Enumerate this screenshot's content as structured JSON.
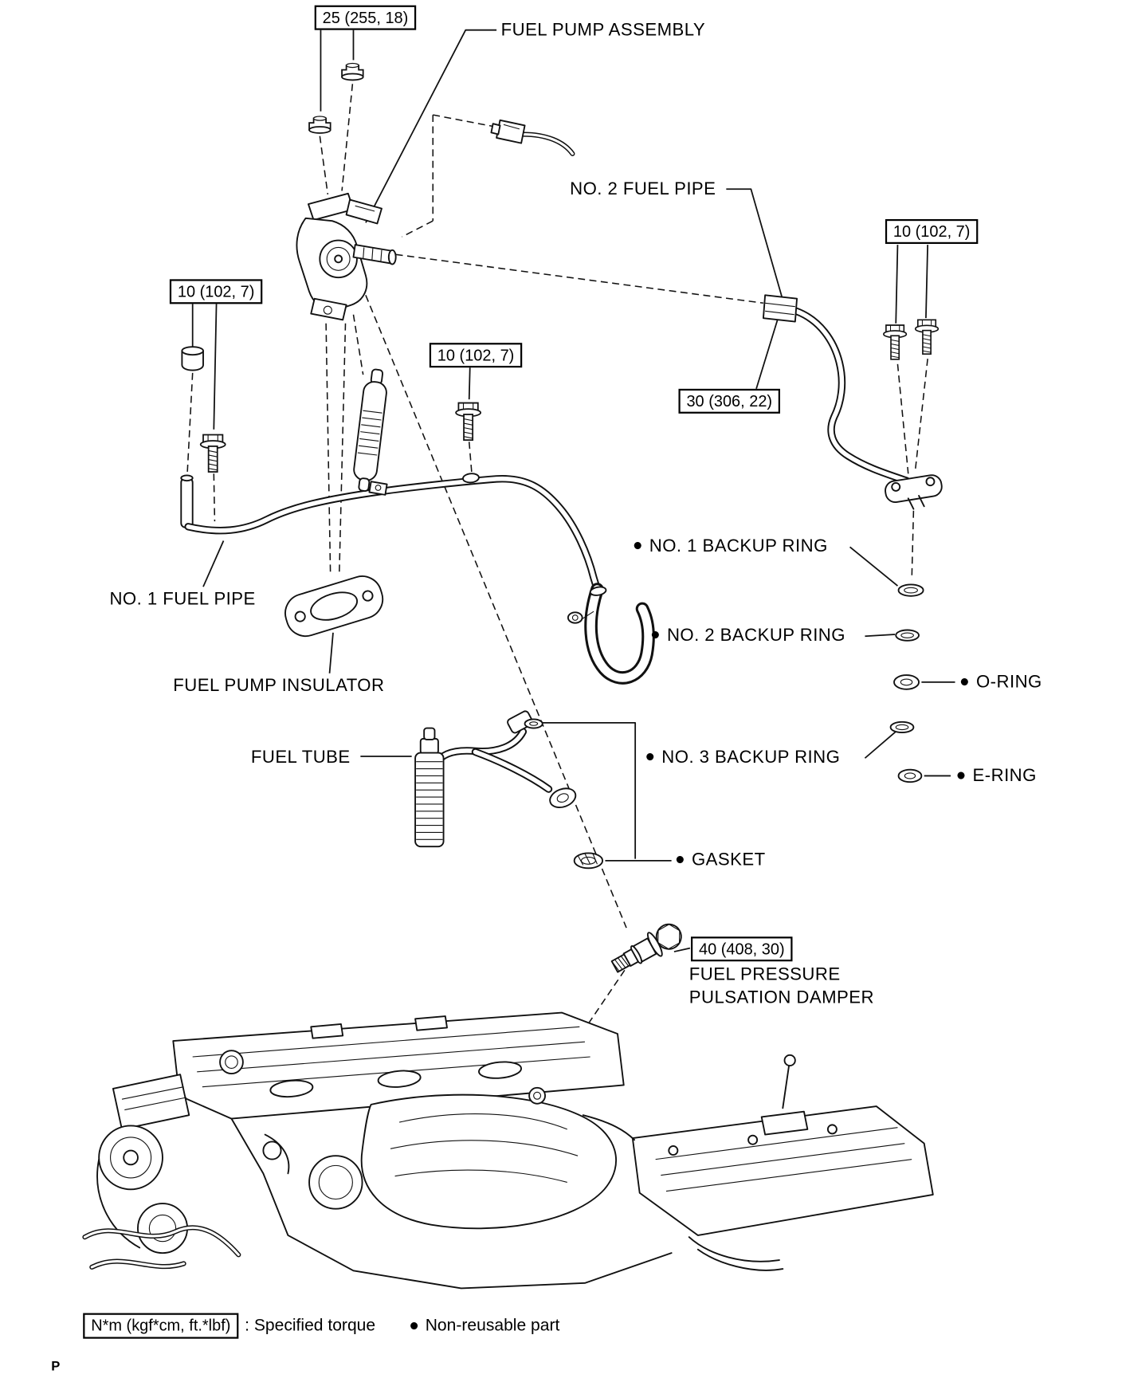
{
  "page": {
    "footer_mark": "P",
    "background": "#ffffff",
    "line_color": "#111111"
  },
  "icons": {
    "nonreusable_bullet": "●"
  },
  "torque_specs": {
    "fuel_pump_assembly_nuts": "25 (255, 18)",
    "no1_fuel_pipe_bolts": "10 (102, 7)",
    "mid_bolt": "10 (102, 7)",
    "no2_fuel_pipe_bolts": "10 (102, 7)",
    "no2_fuel_pipe_union": "30 (306, 22)",
    "pulsation_damper": "40 (408, 30)"
  },
  "part_labels": {
    "fuel_pump_assembly": "FUEL PUMP ASSEMBLY",
    "no2_fuel_pipe": "NO. 2 FUEL PIPE",
    "no1_fuel_pipe": "NO. 1 FUEL PIPE",
    "fuel_pump_insulator": "FUEL PUMP INSULATOR",
    "fuel_tube": "FUEL TUBE",
    "no1_backup_ring": "NO. 1 BACKUP RING",
    "no2_backup_ring": "NO. 2 BACKUP RING",
    "o_ring": "O-RING",
    "no3_backup_ring": "NO. 3 BACKUP RING",
    "e_ring": "E-RING",
    "gasket": "GASKET",
    "fuel_pressure_pulsation_damper_line1": "FUEL PRESSURE",
    "fuel_pressure_pulsation_damper_line2": "PULSATION DAMPER"
  },
  "legend": {
    "torque_unit_box": "N*m (kgf*cm, ft.*lbf)",
    "torque_meaning": ": Specified torque",
    "nonreusable_meaning": "Non-reusable part"
  }
}
